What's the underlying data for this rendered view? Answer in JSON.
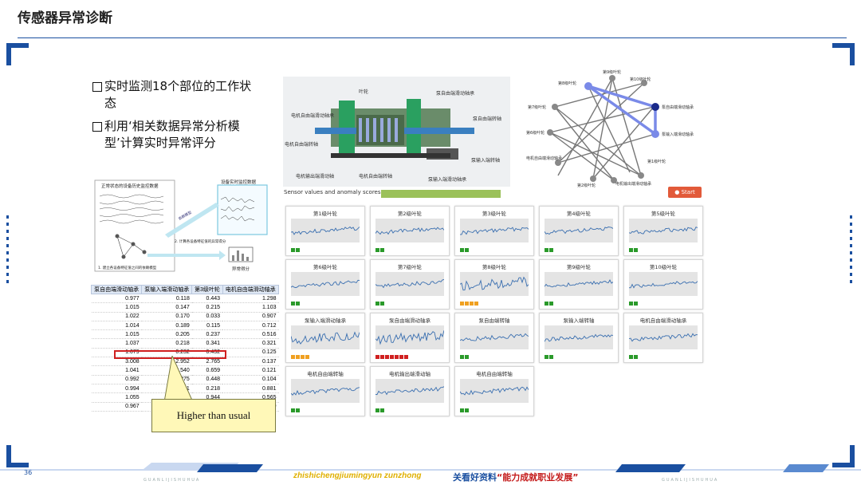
{
  "slide": {
    "title": "传感器异常诊断",
    "bullets": [
      "实时监测18个部位的工作状态",
      "利用‘相关数据异常分析模型’计算实时异常评分"
    ],
    "page_number": "36",
    "footer_pinyin": "zhishichengjiumingyun zunzhong",
    "footer_slogan_prefix": "关看好资料",
    "footer_slogan_quote": "“能力成就职业发展”",
    "footer_small_1": "GUANLIJISHUHUA",
    "footer_small_2": "GUANLIJISHUHUA"
  },
  "flow": {
    "box1_title": "正常状态的设备历史监控数据",
    "box2_title": "设备实时监控数据",
    "step1": "1. 建立各设备特征值之间的依赖模型",
    "step2": "2. 计算各设备特征值的异常得分",
    "result": "异常得分",
    "arrow_text": "依赖模型"
  },
  "table": {
    "headers": [
      "泵自由端滑动轴承",
      "泵输入端滑动轴承",
      "第3级叶轮",
      "电机自由端滑动轴承"
    ],
    "rows": [
      [
        "0.977",
        "0.118",
        "0.443",
        "1.298"
      ],
      [
        "1.015",
        "0.147",
        "0.215",
        "1.103"
      ],
      [
        "1.022",
        "0.170",
        "0.033",
        "0.907"
      ],
      [
        "1.014",
        "0.189",
        "0.115",
        "0.712"
      ],
      [
        "1.015",
        "0.205",
        "0.237",
        "0.516"
      ],
      [
        "1.037",
        "0.218",
        "0.341",
        "0.321"
      ],
      [
        "1.079",
        "0.232",
        "0.432",
        "0.125"
      ],
      [
        "3.008",
        "2.952",
        "2.765",
        "0.137"
      ],
      [
        "1.041",
        "0.540",
        "0.659",
        "0.121"
      ],
      [
        "0.992",
        "0.275",
        "0.448",
        "0.104"
      ],
      [
        "0.994",
        "0.281",
        "0.218",
        "0.881"
      ],
      [
        "1.055",
        "",
        "0.944",
        "0.565"
      ],
      [
        "0.967",
        "",
        "0.747",
        "1.290"
      ]
    ],
    "callout": "Higher than usual"
  },
  "pump": {
    "labels": [
      "叶轮",
      "泵自由端滑动轴承",
      "电机自由端滑动轴承",
      "泵自由端转轴",
      "电机自由端转轴",
      "泵输入端转轴",
      "电机输出端滑动轴",
      "电机自由端转轴",
      "泵输入端滑动轴承"
    ]
  },
  "graph": {
    "nodes": [
      "第8级叶轮",
      "第9级叶轮",
      "第10级叶轮",
      "第7级叶轮",
      "泵自由端滑动轴承",
      "第6级叶轮",
      "泵输入端滑动轴承",
      "电机自由端滑动轴承",
      "第1级叶轮",
      "第2级叶轮",
      "电机输出端滑动轴承"
    ]
  },
  "sensor_panel": {
    "label": "Sensor values and anomaly scores",
    "start_button": "Start",
    "cards": [
      {
        "name": "第1级叶轮",
        "ind": "#2a9a2a"
      },
      {
        "name": "第2级叶轮",
        "ind": "#2a9a2a"
      },
      {
        "name": "第3级叶轮",
        "ind": "#2a9a2a"
      },
      {
        "name": "第4级叶轮",
        "ind": "#2a9a2a"
      },
      {
        "name": "第5级叶轮",
        "ind": "#2a9a2a"
      },
      {
        "name": "第6级叶轮",
        "ind": "#2a9a2a"
      },
      {
        "name": "第7级叶轮",
        "ind": "#2a9a2a"
      },
      {
        "name": "第8级叶轮",
        "ind": "#f0a020"
      },
      {
        "name": "第9级叶轮",
        "ind": "#2a9a2a"
      },
      {
        "name": "第10级叶轮",
        "ind": "#2a9a2a"
      },
      {
        "name": "泵输入端滑动轴承",
        "ind": "#f0a020"
      },
      {
        "name": "泵自由端滑动轴承",
        "ind": "#d02020"
      },
      {
        "name": "泵自由端转轴",
        "ind": "#2a9a2a"
      },
      {
        "name": "泵输入端转轴",
        "ind": "#2a9a2a"
      },
      {
        "name": "电机自由端滑动轴承",
        "ind": "#2a9a2a"
      },
      {
        "name": "电机自由端转轴",
        "ind": "#2a9a2a"
      },
      {
        "name": "电机输出端滑动轴",
        "ind": "#2a9a2a"
      },
      {
        "name": "电机自由端转轴",
        "ind": "#2a9a2a"
      }
    ]
  },
  "colors": {
    "brand_blue": "#1a4fa0",
    "alert_red": "#d02020",
    "ok_green": "#2a9a2a",
    "warn_orange": "#f0a020"
  }
}
